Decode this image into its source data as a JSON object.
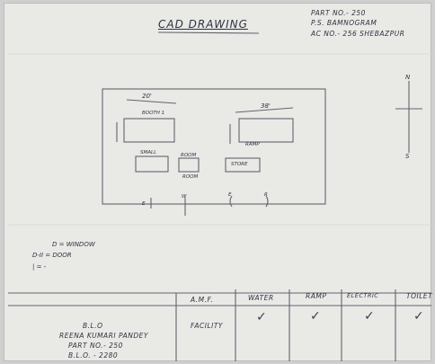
{
  "header": {
    "title": "CAD DRAWING",
    "part_line": "PART NO.- 250",
    "ps_line": "P.S. BAMNOGRAM",
    "ac_line": "AC NO.- 256 SHEBAZPUR"
  },
  "compass": {
    "north": "N",
    "south": "S"
  },
  "plan": {
    "dim_left": "20'",
    "dim_right": "38'",
    "booth_label": "BOOTH 1",
    "office_label": "SMALL",
    "office_sub": "ROOM",
    "room_label": "ROOM",
    "store_label": "STORE",
    "facility_label": "RAMP",
    "entry_marks": [
      "E",
      "W",
      "E",
      "R"
    ]
  },
  "legend": {
    "items": [
      "D = WINDOW",
      "D-II = DOOR",
      "| = -"
    ]
  },
  "table": {
    "headers": [
      "",
      "A.M.F.",
      "WATER",
      "RAMP",
      "ELECTRIC",
      "TOILET"
    ],
    "row": {
      "first_cell": [
        "B.L.O",
        "REENA KUMARI PANDEY",
        "PART NO.- 250",
        "B.L.O. - 2280"
      ],
      "amf": "FACILITY",
      "water": "✓",
      "ramp": "✓",
      "electric": "✓",
      "toilet": "✓"
    }
  }
}
